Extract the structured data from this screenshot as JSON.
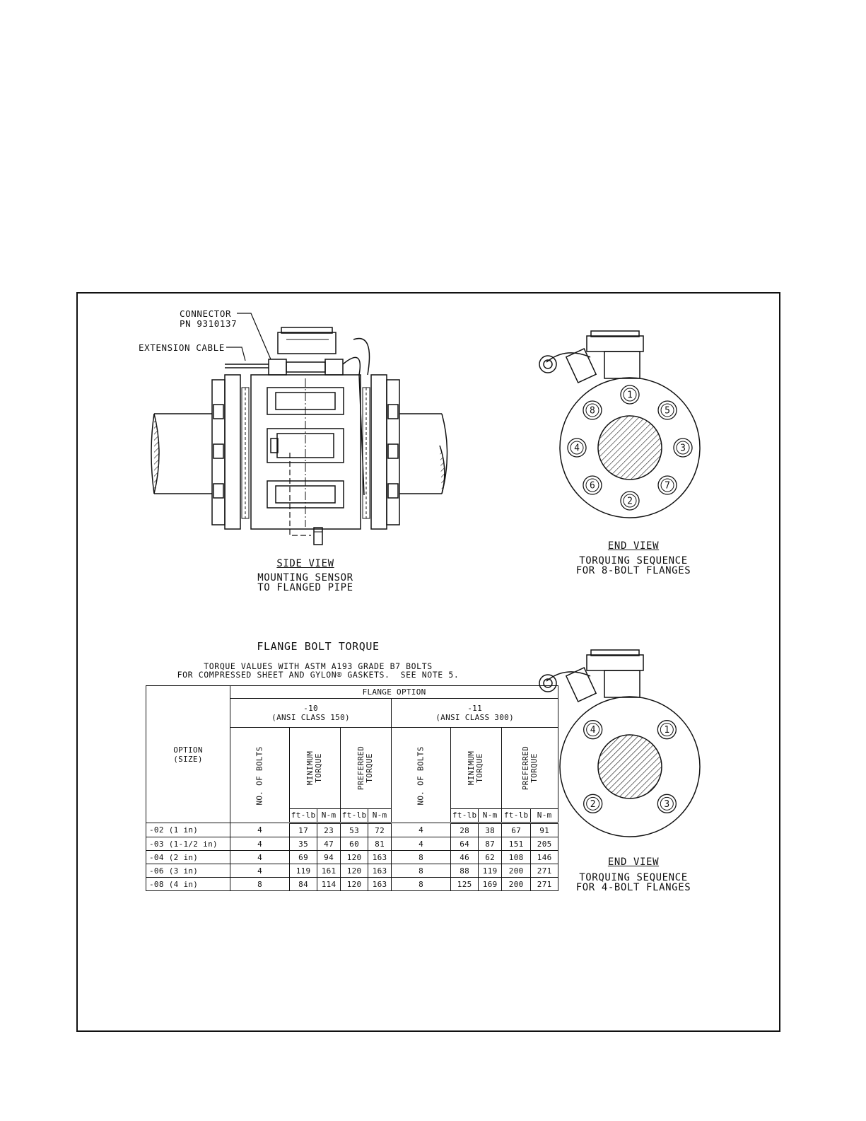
{
  "side_view": {
    "connector_label": "CONNECTOR",
    "connector_pn": "PN 9310137",
    "cable_label": "EXTENSION CABLE",
    "title": "SIDE VIEW",
    "caption_line1": "MOUNTING SENSOR",
    "caption_line2": "TO FLANGED PIPE"
  },
  "end_view_8": {
    "title": "END VIEW",
    "caption_line1": "TORQUING SEQUENCE",
    "caption_line2": "FOR 8-BOLT FLANGES",
    "bolts": [
      "1",
      "5",
      "3",
      "7",
      "2",
      "6",
      "4",
      "8"
    ]
  },
  "end_view_4": {
    "title": "END VIEW",
    "caption_line1": "TORQUING SEQUENCE",
    "caption_line2": "FOR 4-BOLT FLANGES",
    "bolts": [
      "1",
      "3",
      "2",
      "4"
    ]
  },
  "table": {
    "title": "FLANGE BOLT TORQUE",
    "subtitle_line1": "TORQUE VALUES WITH ASTM A193 GRADE B7 BOLTS",
    "subtitle_line2": "FOR COMPRESSED SHEET AND GYLON® GASKETS.  SEE NOTE 5.",
    "flange_option": "FLANGE OPTION",
    "option_size_1": "OPTION",
    "option_size_2": "(SIZE)",
    "group1_code": "-10",
    "group1_class": "(ANSI CLASS 150)",
    "group2_code": "-11",
    "group2_class": "(ANSI CLASS 300)",
    "no_bolts": "NO. OF BOLTS",
    "min_torque_1": "MINIMUM",
    "min_torque_2": "TORQUE",
    "pref_torque_1": "PREFERRED",
    "pref_torque_2": "TORQUE",
    "unit_ftlb": "ft-lb",
    "unit_nm": "N-m",
    "rows": [
      [
        "-02 (1 in)",
        "4",
        "17",
        "23",
        "53",
        "72",
        "4",
        "28",
        "38",
        "67",
        "91"
      ],
      [
        "-03 (1-1/2 in)",
        "4",
        "35",
        "47",
        "60",
        "81",
        "4",
        "64",
        "87",
        "151",
        "205"
      ],
      [
        "-04 (2 in)",
        "4",
        "69",
        "94",
        "120",
        "163",
        "8",
        "46",
        "62",
        "108",
        "146"
      ],
      [
        "-06 (3 in)",
        "4",
        "119",
        "161",
        "120",
        "163",
        "8",
        "88",
        "119",
        "200",
        "271"
      ],
      [
        "-08 (4 in)",
        "8",
        "84",
        "114",
        "120",
        "163",
        "8",
        "125",
        "169",
        "200",
        "271"
      ]
    ]
  }
}
